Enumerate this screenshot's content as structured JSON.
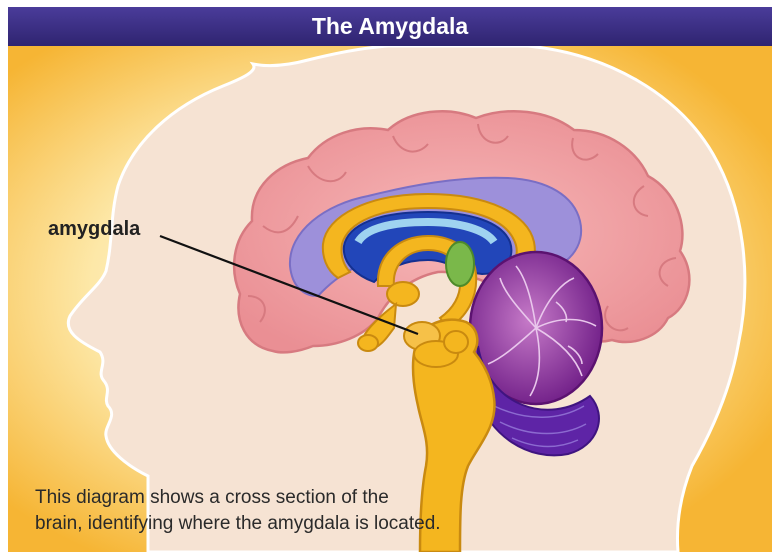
{
  "title": "The Amygdala",
  "label": "amygdala",
  "caption_line1": "This diagram shows a cross section of the",
  "caption_line2": "brain, identifying where the amygdala is located.",
  "colors": {
    "title_bar": "#3a2e85",
    "background_glow": "#f7b735",
    "head": "#f6e2d2",
    "cortex": "#f2a4a6",
    "ventricle": "#8f82d6",
    "brainstem": "#f4b61f",
    "cerebellum": "#8a2d93",
    "inner_blue": "#1b3fb0"
  },
  "icons": [
    "head-silhouette",
    "brain-cross-section",
    "cerebellum",
    "brainstem",
    "amygdala-marker"
  ]
}
